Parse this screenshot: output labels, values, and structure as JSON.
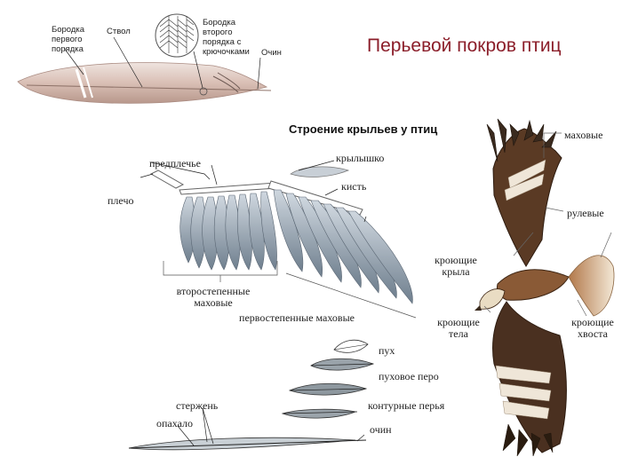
{
  "page": {
    "title": "Перьевой покров птиц"
  },
  "top_feather": {
    "labels": {
      "barb_first_order": "Бородка первого порядка",
      "shaft": "Ствол",
      "barb_second_order": "Бородка второго порядка с крючочками",
      "quill": "Очин"
    }
  },
  "wing_diagram": {
    "title": "Строение крыльев у птиц",
    "labels": {
      "forearm": "предплечье",
      "alula": "крылышко",
      "hand": "кисть",
      "shoulder": "плечо",
      "secondary_flight": "второстепенные маховые",
      "primary_flight": "первостепенные маховые"
    }
  },
  "feather_types": {
    "labels": {
      "down": "пух",
      "down_feather": "пуховое перо",
      "contour": "контурные перья",
      "rachis": "стержень",
      "vane": "опахало",
      "quill": "очин"
    }
  },
  "bird": {
    "labels": {
      "flight_feathers": "маховые",
      "tail_feathers": "рулевые",
      "wing_coverts": "кроющие крыла",
      "body_coverts": "кроющие тела",
      "tail_coverts": "кроющие хвоста"
    }
  }
}
